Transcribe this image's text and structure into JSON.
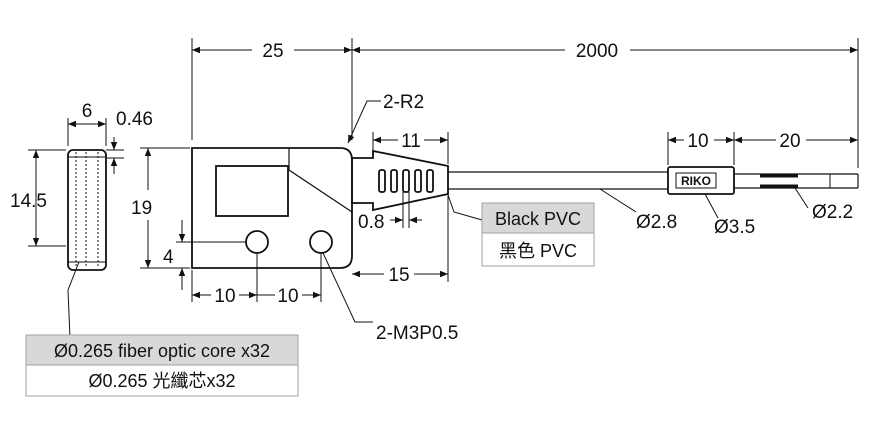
{
  "dimensions": {
    "body_width": "25",
    "cable_length": "2000",
    "corner_radius": "2-R2",
    "side_width": "6",
    "side_gap": "0.46",
    "side_height": "14.5",
    "body_height": "19",
    "hole_offset": "4",
    "hole_x1": "10",
    "hole_x2": "10",
    "boot_length": "11",
    "boot_gap": "0.8",
    "boot_total": "15",
    "sleeve_length": "10",
    "tip_length": "20",
    "cable_dia": "Ø2.8",
    "sleeve_dia": "Ø3.5",
    "tip_dia": "Ø2.2"
  },
  "labels": {
    "screw_holes": "2-M3P0.5",
    "brand": "RIKO"
  },
  "callouts": {
    "cable_material_en": "Black PVC",
    "cable_material_zh": "黑色 PVC",
    "fiber_core_en": "Ø0.265 fiber optic core x32",
    "fiber_core_zh": "Ø0.265 光纖芯x32"
  },
  "colors": {
    "line": "#111111",
    "callout_header": "#d8d8d8",
    "callout_border": "#a0a0a0"
  }
}
